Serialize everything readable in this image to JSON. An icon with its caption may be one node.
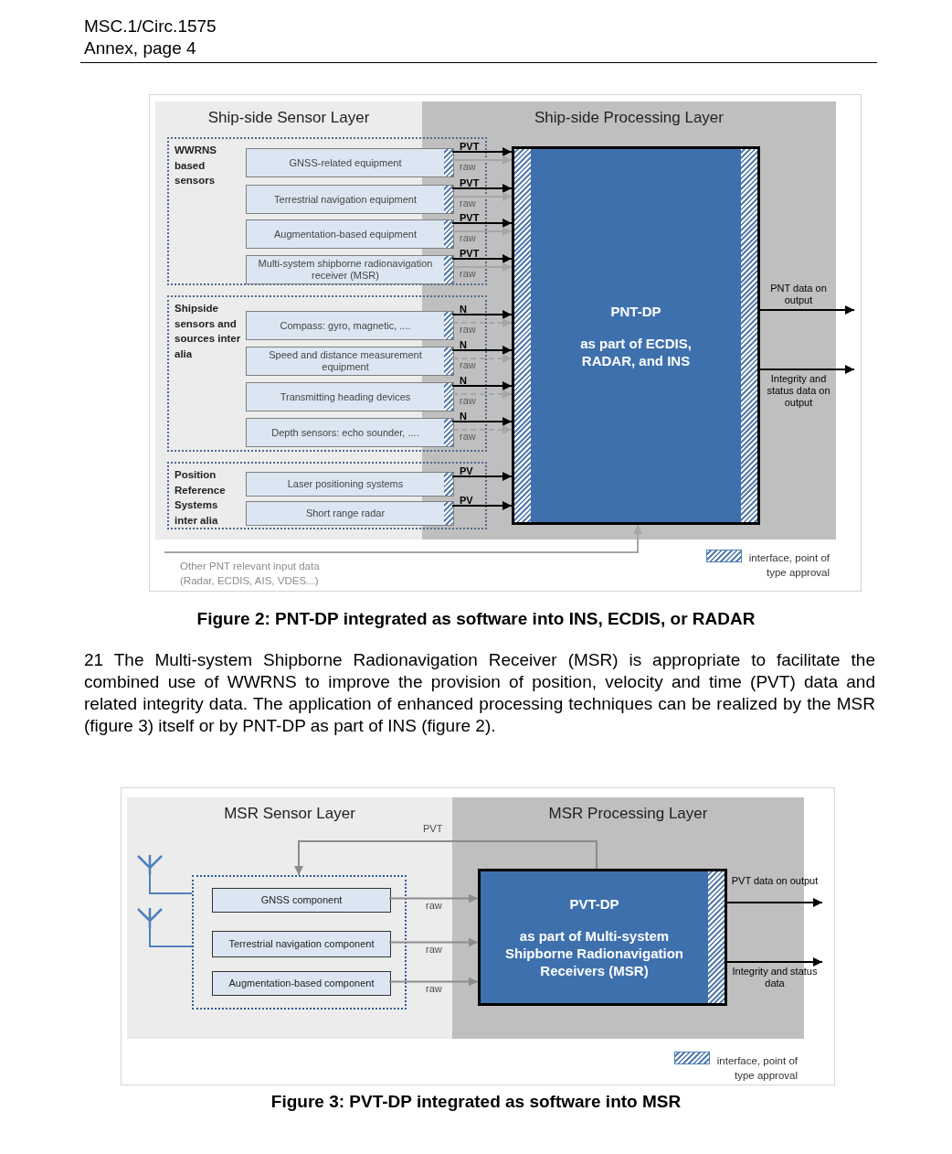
{
  "diagram": {
    "nodes": [
      {
        "text": [
          "Ship-side Sensor Layer"
        ]
      },
      {
        "text": [
          "Ship-side Processing Layer"
        ]
      },
      {
        "text": [
          "WWRNS based sensors"
        ]
      },
      {
        "text": [
          "GNSS-related equipment"
        ],
        "in": 2
      },
      {
        "text": [
          "Terrestrial navigation equipment"
        ],
        "in": 2
      },
      {
        "text": [
          "Augmentation-based equipment"
        ],
        "in": 2
      },
      {
        "text": [
          "Multi-system shipborne radionavigation receiver (MSR)"
        ],
        "in": 2
      },
      {
        "text": [
          "Shipside sensors and sources inter alia"
        ]
      },
      {
        "text": [
          "Compass: gyro, magnetic, ...."
        ],
        "in": 7
      },
      {
        "text": [
          "Speed and distance measurement equipment"
        ],
        "in": 7
      },
      {
        "text": [
          "Transmitting heading devices"
        ],
        "in": 7
      },
      {
        "text": [
          "Depth sensors: echo sounder, ...."
        ],
        "in": 7
      },
      {
        "text": [
          "Position Reference Systems inter alia"
        ]
      },
      {
        "text": [
          "Laser positioning systems"
        ],
        "in": 12
      },
      {
        "text": [
          "Short range radar"
        ],
        "in": 12
      },
      {
        "text": [
          "PNT-DP",
          "as part of ECDIS, RADAR, and INS"
        ],
        "in": 1
      },
      {
        "text": [
          "Other PNT relevant input data (Radar, ECDIS, AIS, VDES...)"
        ]
      },
      {
        "text": [
          "MSR Sensor Layer"
        ]
      },
      {
        "text": [
          "MSR Processing Layer"
        ]
      },
      {
        "text": [],
        "shape": "antenna",
        "in": 17
      },
      {
        "text": [],
        "shape": "antenna",
        "in": 17
      },
      {
        "text": [],
        "shape": "box",
        "in": 17
      },
      {
        "text": [
          "GNSS component"
        ],
        "in": 21
      },
      {
        "text": [
          "Terrestrial navigation component"
        ],
        "in": 21
      },
      {
        "text": [
          "Augmentation-based component"
        ],
        "in": 21
      },
      {
        "text": [
          "PVT-DP",
          "as part of Multi-system Shipborne Radionavigation Receivers (MSR)"
        ],
        "in": 18
      }
    ],
    "edges": [
      {
        "from": 3,
        "to": 15,
        "arrow": "to",
        "label": "PVT"
      },
      {
        "from": 3,
        "to": 15,
        "arrow": "to",
        "label": "raw",
        "color": "#a6a6a6"
      },
      {
        "from": 4,
        "to": 15,
        "arrow": "to",
        "label": "PVT"
      },
      {
        "from": 4,
        "to": 15,
        "arrow": "to",
        "label": "raw",
        "color": "#a6a6a6"
      },
      {
        "from": 5,
        "to": 15,
        "arrow": "to",
        "label": "PVT"
      },
      {
        "from": 5,
        "to": 15,
        "arrow": "to",
        "label": "raw",
        "color": "#a6a6a6"
      },
      {
        "from": 6,
        "to": 15,
        "arrow": "to",
        "label": "PVT"
      },
      {
        "from": 6,
        "to": 15,
        "arrow": "to",
        "label": "raw",
        "color": "#a6a6a6"
      },
      {
        "from": 8,
        "to": 15,
        "arrow": "to",
        "label": "N"
      },
      {
        "from": 8,
        "to": 15,
        "arrow": "to",
        "label": "raw",
        "style": "dashed",
        "color": "#a6a6a6"
      },
      {
        "from": 9,
        "to": 15,
        "arrow": "to",
        "label": "N"
      },
      {
        "from": 9,
        "to": 15,
        "arrow": "to",
        "label": "raw",
        "style": "dashed",
        "color": "#a6a6a6"
      },
      {
        "from": 10,
        "to": 15,
        "arrow": "to",
        "label": "N"
      },
      {
        "from": 10,
        "to": 15,
        "arrow": "to",
        "label": "raw",
        "style": "dashed",
        "color": "#a6a6a6"
      },
      {
        "from": 11,
        "to": 15,
        "arrow": "to",
        "label": "N"
      },
      {
        "from": 11,
        "to": 15,
        "arrow": "to",
        "label": "raw",
        "style": "dashed",
        "color": "#a6a6a6"
      },
      {
        "from": 13,
        "to": 15,
        "arrow": "to",
        "label": "PV"
      },
      {
        "from": 14,
        "to": 15,
        "arrow": "to",
        "label": "PV"
      },
      {
        "from": 16,
        "to": 15,
        "arrow": "to",
        "color": "#a6a6a6"
      },
      {
        "from": 15,
        "to": null,
        "arrow": "to",
        "label": "PNT data on output"
      },
      {
        "from": 15,
        "to": null,
        "arrow": "to",
        "label": "Integrity and status data on output"
      },
      {
        "from": 19,
        "to": 21,
        "arrow": "none",
        "color": "#4f81bd"
      },
      {
        "from": 20,
        "to": 21,
        "arrow": "none",
        "color": "#4f81bd"
      },
      {
        "from": 22,
        "to": 25,
        "arrow": "to",
        "label": "raw",
        "color": "#8c8c8c"
      },
      {
        "from": 23,
        "to": 25,
        "arrow": "to",
        "label": "raw",
        "color": "#8c8c8c"
      },
      {
        "from": 24,
        "to": 25,
        "arrow": "to",
        "label": "raw",
        "color": "#8c8c8c"
      },
      {
        "from": 25,
        "to": 21,
        "arrow": "to",
        "label": "PVT",
        "color": "#8c8c8c"
      },
      {
        "from": 25,
        "to": null,
        "arrow": "to",
        "label": "PVT data on output"
      },
      {
        "from": 25,
        "to": null,
        "arrow": "to",
        "label": "Integrity and status data"
      }
    ],
    "labels": [
      "MSC.1/Circ.1575",
      "Annex, page 4",
      "Figure 2: PNT-DP integrated as software into INS, ECDIS, or RADAR",
      "21 The Multi-system Shipborne Radionavigation Receiver (MSR) is appropriate to facilitate the combined use of WWRNS to improve the provision of position, velocity and time (PVT) data and related integrity data. The application of enhanced processing techniques can be realized by the MSR (figure 3) itself or by PNT-DP as part of INS (figure 2).",
      "Figure 3: PVT-DP integrated as software into MSR"
    ],
    "legend": [
      {
        "text": "interface, point of type approval"
      },
      {
        "text": "interface, point of type approval"
      }
    ]
  }
}
